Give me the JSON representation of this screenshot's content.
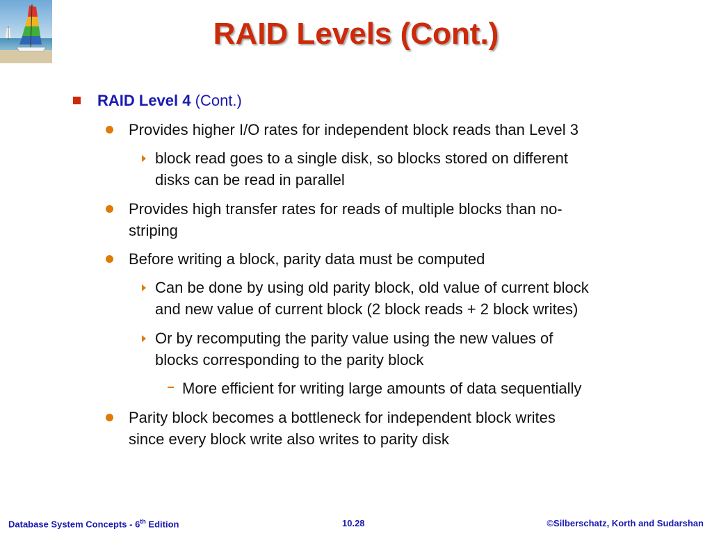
{
  "slide": {
    "title": "RAID Levels (Cont.)",
    "level1": {
      "head": "RAID Level 4",
      "sub": "(Cont.)"
    },
    "bullets": [
      "Provides higher I/O rates for independent block reads than Level 3",
      "block read goes to a single disk, so blocks stored on different",
      "disks can be read in parallel",
      "Provides high transfer rates for reads of multiple blocks than no-",
      "striping",
      "Before writing a block, parity data must be computed",
      "Can be done by using old parity block, old value of current block",
      "and new value of current block (2 block reads + 2 block writes)",
      "Or by recomputing the parity value using the new values of",
      "blocks corresponding to the parity block",
      "More efficient for writing large amounts of data sequentially",
      "Parity block becomes a bottleneck for independent block writes",
      "since every block write also writes to parity disk"
    ]
  },
  "footer": {
    "left_prefix": "Database System Concepts - 6",
    "left_sup": "th",
    "left_suffix": " Edition",
    "center": "10.28",
    "right": "©Silberschatz, Korth and Sudarshan"
  },
  "colors": {
    "title": "#cc2a0a",
    "heading": "#1a1ab0",
    "bullet": "#e07a06",
    "footer": "#1a1ab0"
  },
  "icons": {
    "logo": "sailboat-logo-icon"
  }
}
